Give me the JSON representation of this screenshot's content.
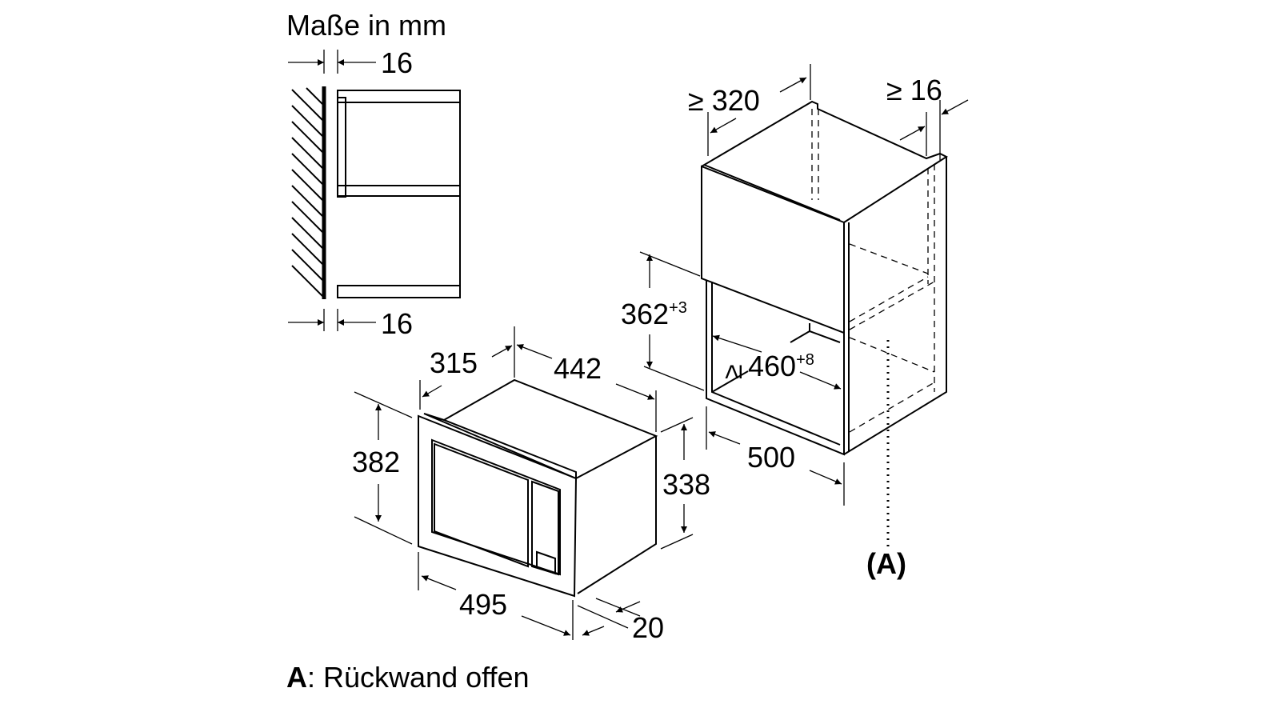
{
  "title": "Maße in mm",
  "footnote": {
    "key": "A",
    "text": ": Rückwand offen"
  },
  "side_view": {
    "top_gap": "16",
    "bottom_gap": "16"
  },
  "appliance": {
    "depth": "315",
    "width_body": "442",
    "height_front": "382",
    "height_body": "338",
    "width_front": "495",
    "front_thickness": "20"
  },
  "niche": {
    "depth_min": "≥ 320",
    "side_min": "≥ 16",
    "height": "362",
    "height_tol": "+3",
    "width": "≥ 460",
    "width_tol": "+8",
    "depth_total": "500",
    "rear_label": "(A)"
  }
}
